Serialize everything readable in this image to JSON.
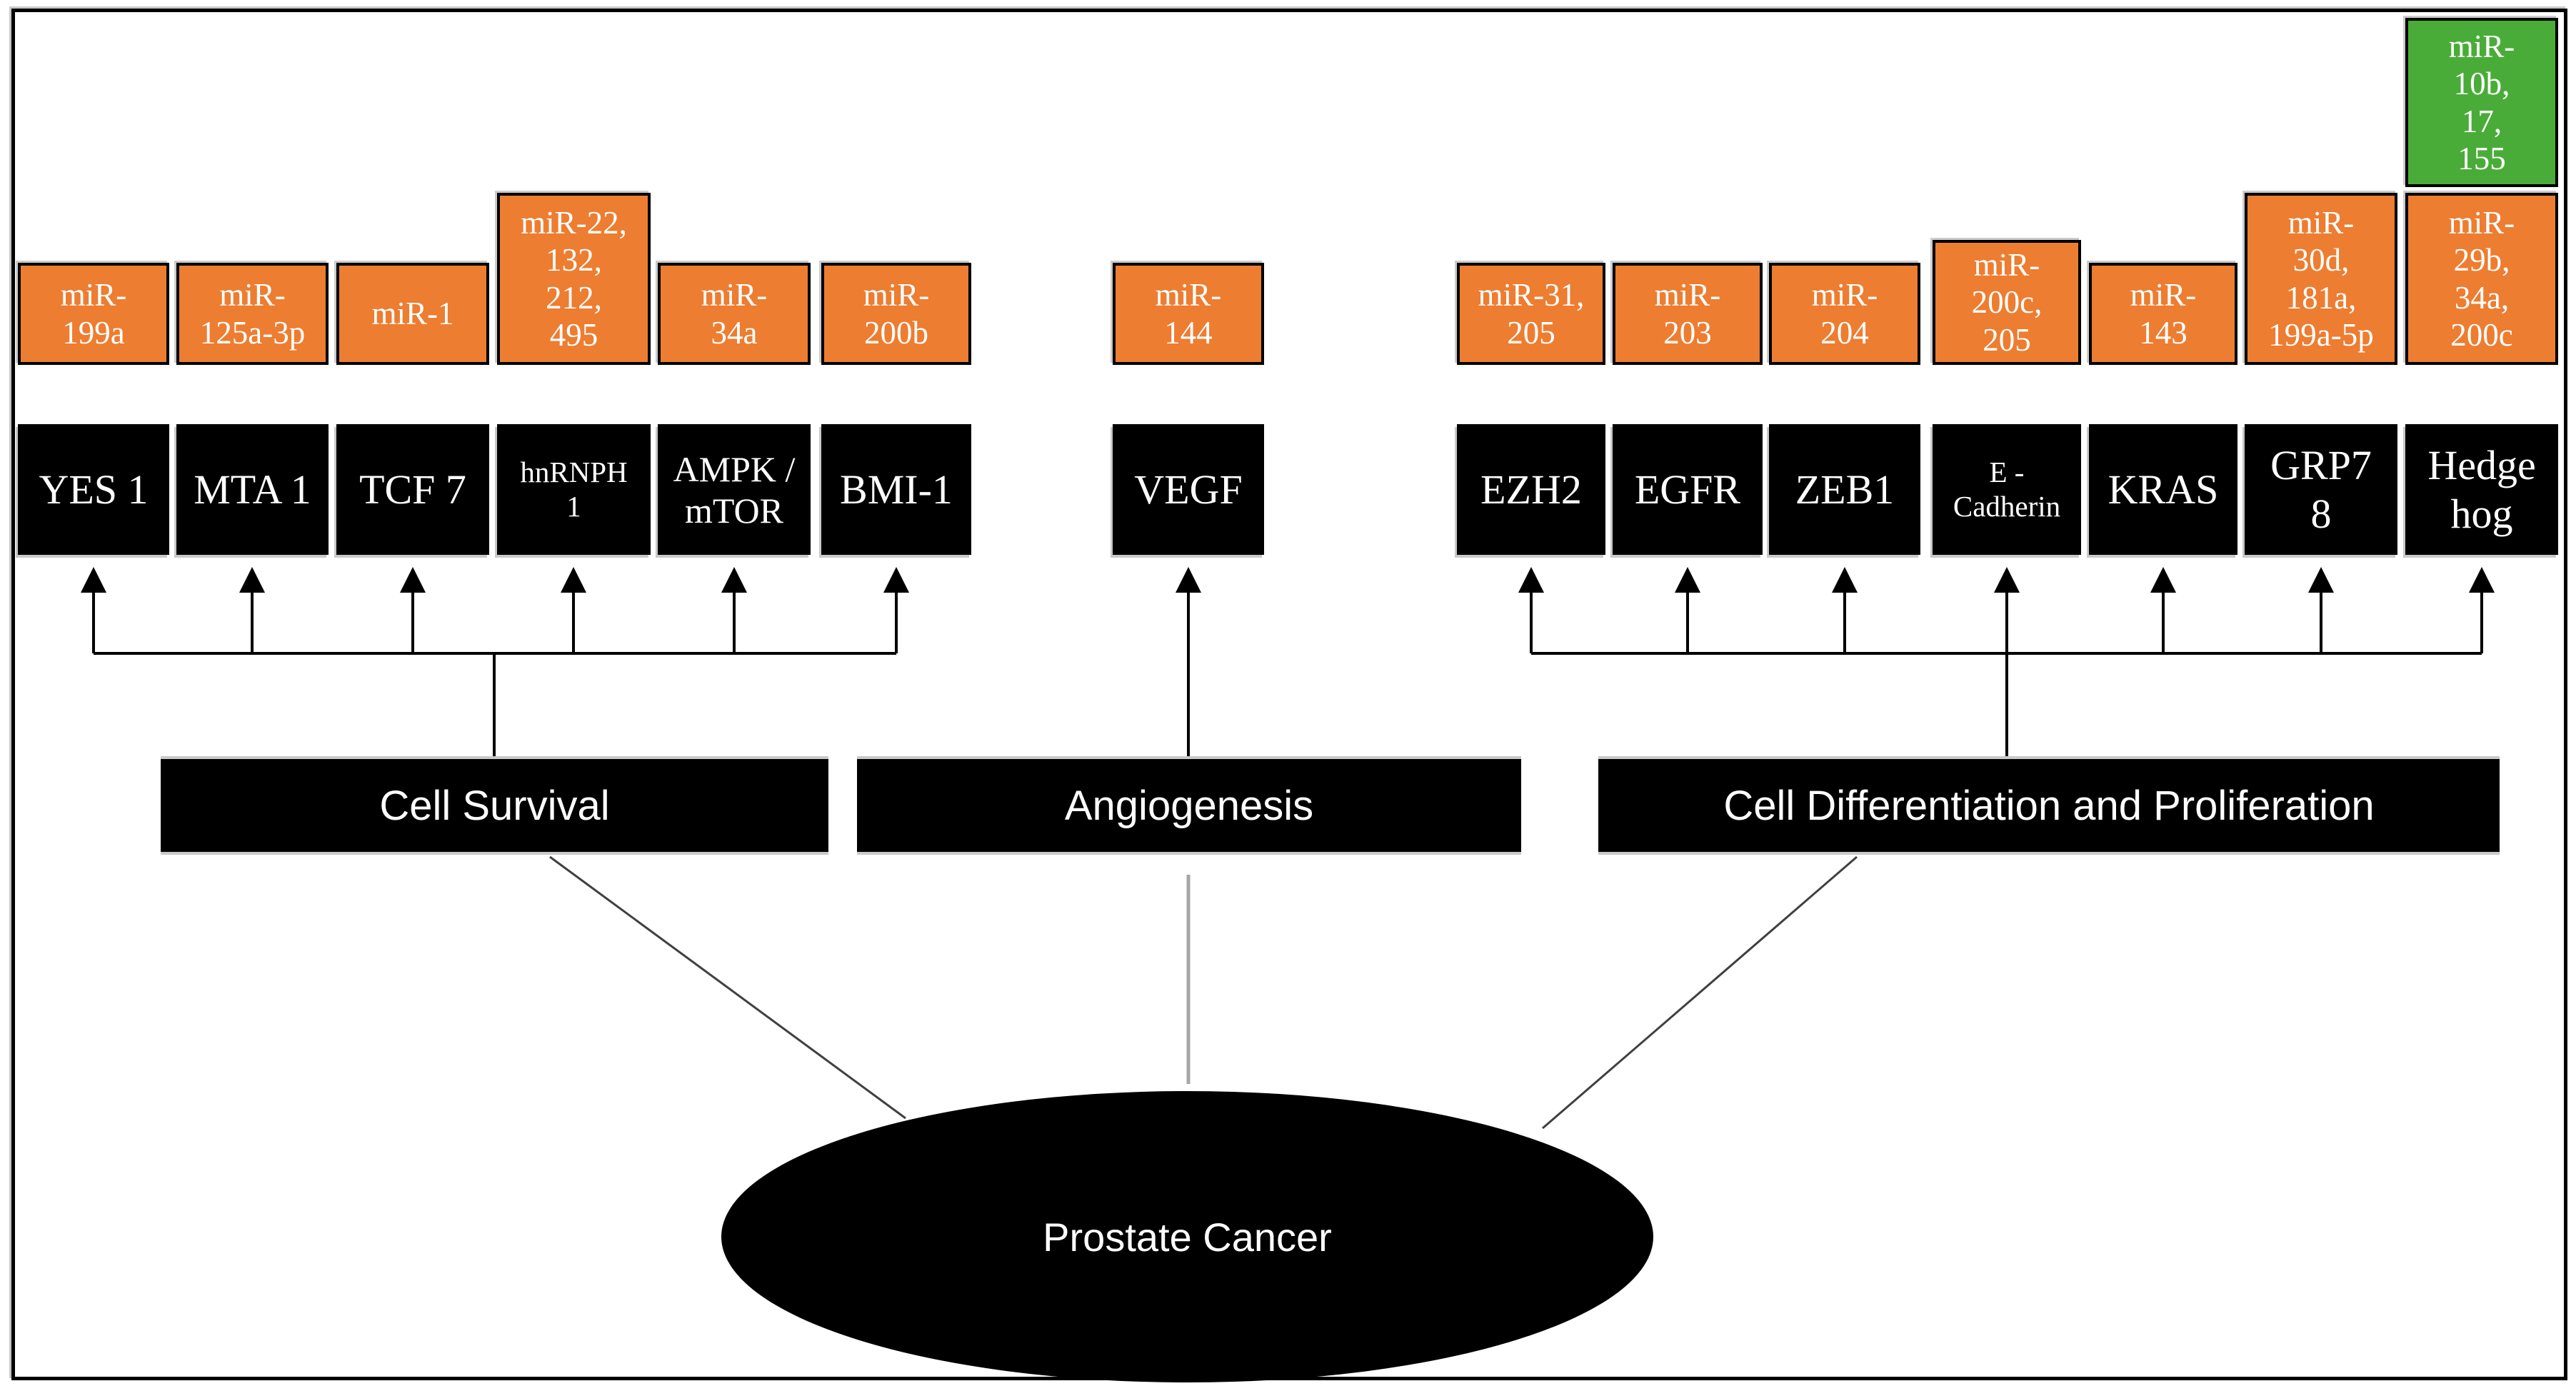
{
  "colors": {
    "orange": "#ED7D31",
    "green": "#4AAC38",
    "box_black": "#000000",
    "background": "#FFFFFF",
    "text_white": "#FFFFFF"
  },
  "root": {
    "label": "Prostate Cancer"
  },
  "floating": {
    "mirna": "miR-\n10b,\n17,\n155"
  },
  "groups": [
    {
      "banner": "Cell Survival",
      "pairs": [
        {
          "mirna": "miR-\n199a",
          "target": "YES 1"
        },
        {
          "mirna": "miR-\n125a-3p",
          "target": "MTA 1"
        },
        {
          "mirna": "miR-1",
          "target": "TCF 7"
        },
        {
          "mirna": "miR-22,\n132,\n212,\n495",
          "target": "hnRNPH\n1"
        },
        {
          "mirna": "miR-\n34a",
          "target": "AMPK /\nmTOR"
        },
        {
          "mirna": "miR-\n200b",
          "target": "BMI-1"
        }
      ]
    },
    {
      "banner": "Angiogenesis",
      "pairs": [
        {
          "mirna": "miR-\n144",
          "target": "VEGF"
        }
      ]
    },
    {
      "banner": "Cell Differentiation and Proliferation",
      "pairs": [
        {
          "mirna": "miR-31,\n205",
          "target": "EZH2"
        },
        {
          "mirna": "miR-\n203",
          "target": "EGFR"
        },
        {
          "mirna": "miR-\n204",
          "target": "ZEB1"
        },
        {
          "mirna": "miR-\n200c,\n205",
          "target": "E -\nCadherin"
        },
        {
          "mirna": "miR-\n143",
          "target": "KRAS"
        },
        {
          "mirna": "miR-\n30d,\n181a,\n199a-5p",
          "target": "GRP7\n8"
        },
        {
          "mirna": "miR-\n29b,\n34a,\n200c",
          "target": "Hedge\nhog"
        }
      ]
    }
  ]
}
